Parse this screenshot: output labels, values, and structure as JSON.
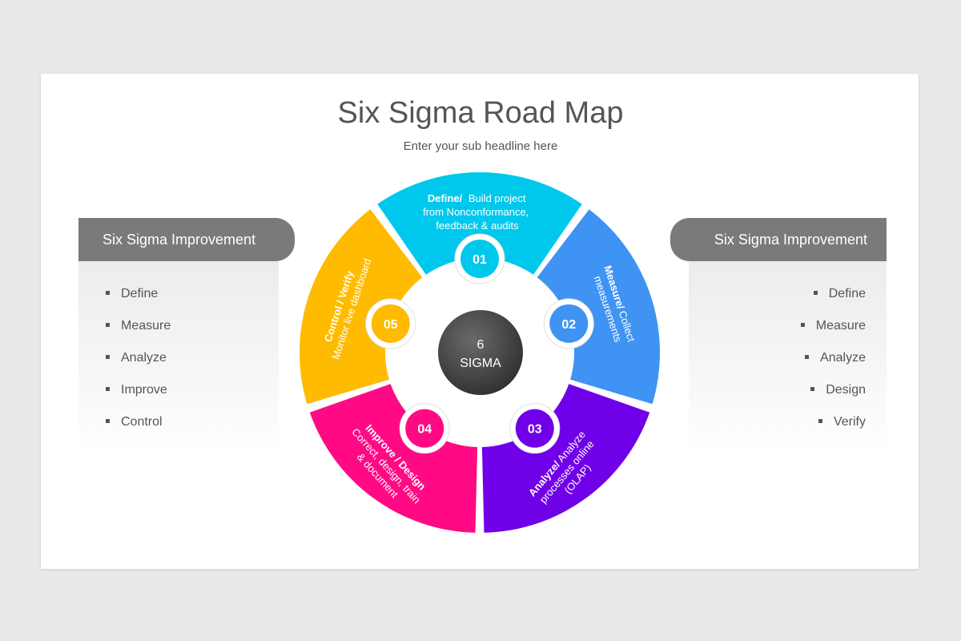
{
  "title": "Six Sigma Road Map",
  "subtitle": "Enter your sub headline here",
  "colors": {
    "background": "#e9e8ea",
    "slide": "#ffffff",
    "panel_header": "#7a7a7a",
    "text": "#555555",
    "define": "#00c8ec",
    "measure": "#3f93f2",
    "analyze": "#7000e8",
    "improve": "#ff0a84",
    "control": "#ffbb00",
    "center": "#4a4a4a"
  },
  "left_panel": {
    "header": "Six Sigma Improvement",
    "items": [
      "Define",
      "Measure",
      "Analyze",
      "Improve",
      "Control"
    ]
  },
  "right_panel": {
    "header": "Six Sigma Improvement",
    "items": [
      "Define",
      "Measure",
      "Analyze",
      "Design",
      "Verify"
    ]
  },
  "center": {
    "line1": "6",
    "line2": "SIGMA"
  },
  "segments": [
    {
      "number": "01",
      "title": "Define/",
      "lines": [
        "Build project",
        "from Nonconformance,",
        "feedback & audits"
      ],
      "color_key": "define"
    },
    {
      "number": "02",
      "title": "Measure/",
      "lines": [
        "Collect",
        "measurements"
      ],
      "color_key": "measure"
    },
    {
      "number": "03",
      "title": "Analyze/",
      "lines": [
        "Analyze",
        "processes online",
        "(OLAP)"
      ],
      "color_key": "analyze"
    },
    {
      "number": "04",
      "title": "Improve / Design",
      "lines": [
        "Correct, design, train",
        "& document"
      ],
      "color_key": "improve"
    },
    {
      "number": "05",
      "title": "Control / Verify",
      "lines": [
        "Monitor live dashboard"
      ],
      "color_key": "control"
    }
  ]
}
